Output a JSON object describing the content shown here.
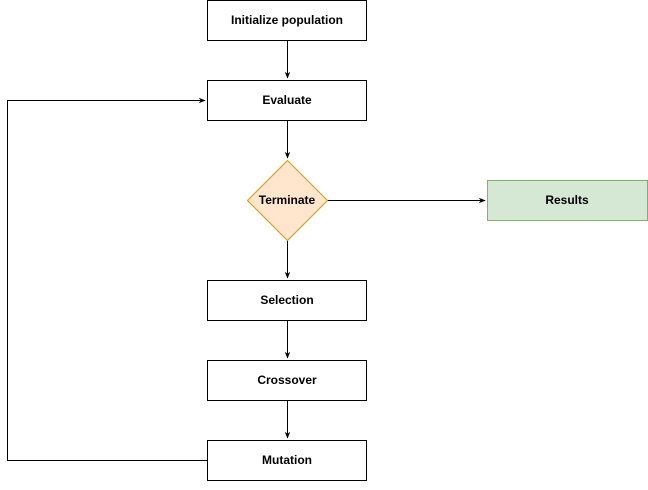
{
  "nodes": {
    "initialize": {
      "label": "Initialize population"
    },
    "evaluate": {
      "label": "Evaluate"
    },
    "terminate": {
      "label": "Terminate"
    },
    "results": {
      "label": "Results"
    },
    "selection": {
      "label": "Selection"
    },
    "crossover": {
      "label": "Crossover"
    },
    "mutation": {
      "label": "Mutation"
    }
  },
  "colors": {
    "process_fill": "#ffffff",
    "process_stroke": "#000000",
    "decision_fill": "#ffe6cc",
    "decision_stroke": "#d79b00",
    "result_fill": "#d5e8d4",
    "result_stroke": "#82b366",
    "edge": "#000000"
  },
  "edges": [
    {
      "from": "initialize",
      "to": "evaluate"
    },
    {
      "from": "evaluate",
      "to": "terminate"
    },
    {
      "from": "terminate",
      "to": "results"
    },
    {
      "from": "terminate",
      "to": "selection"
    },
    {
      "from": "selection",
      "to": "crossover"
    },
    {
      "from": "crossover",
      "to": "mutation"
    },
    {
      "from": "mutation",
      "to": "evaluate"
    }
  ]
}
